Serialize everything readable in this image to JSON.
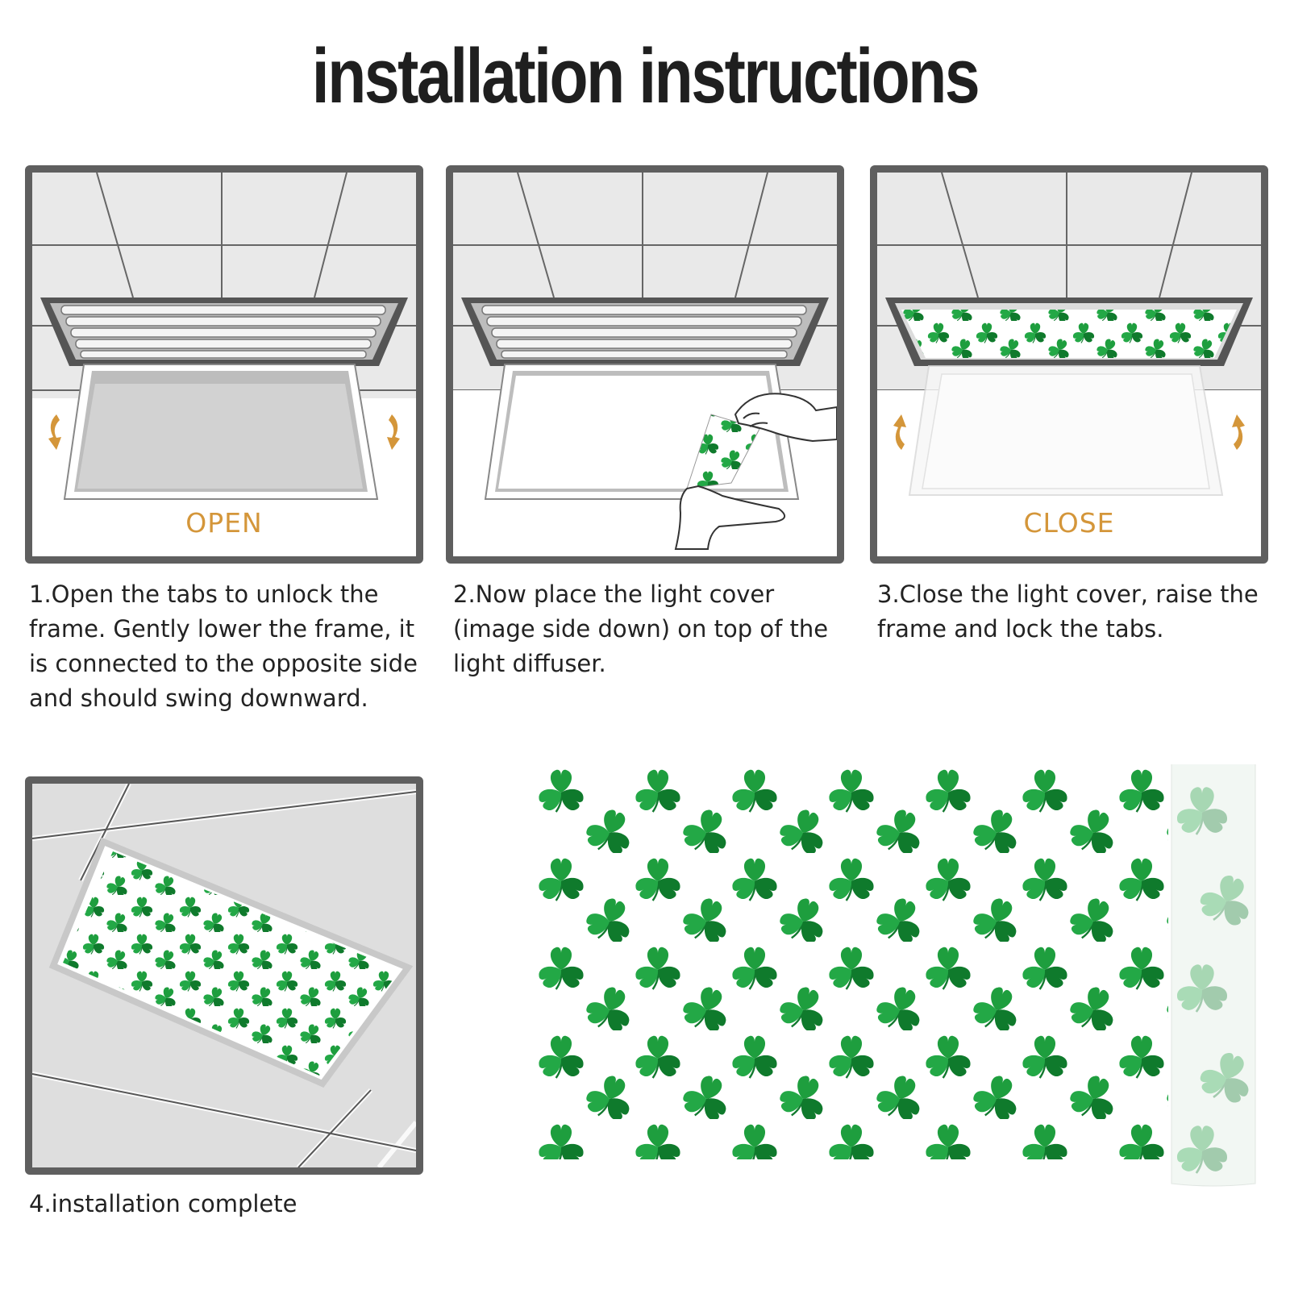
{
  "title": "installation instructions",
  "accent_color": "#D4963A",
  "clover_colors": [
    "#1a9a3a",
    "#0f7a2c"
  ],
  "steps": [
    {
      "text": "1.Open the tabs to unlock the frame. Gently lower the frame, it is connected to the opposite side and should swing downward.",
      "label": "OPEN"
    },
    {
      "text": "2.Now place the light cover (image side down) on top of the light diffuser."
    },
    {
      "text": "3.Close the light cover, raise the frame and lock the tabs.",
      "label": "CLOSE"
    },
    {
      "text": "4.installation complete"
    }
  ]
}
